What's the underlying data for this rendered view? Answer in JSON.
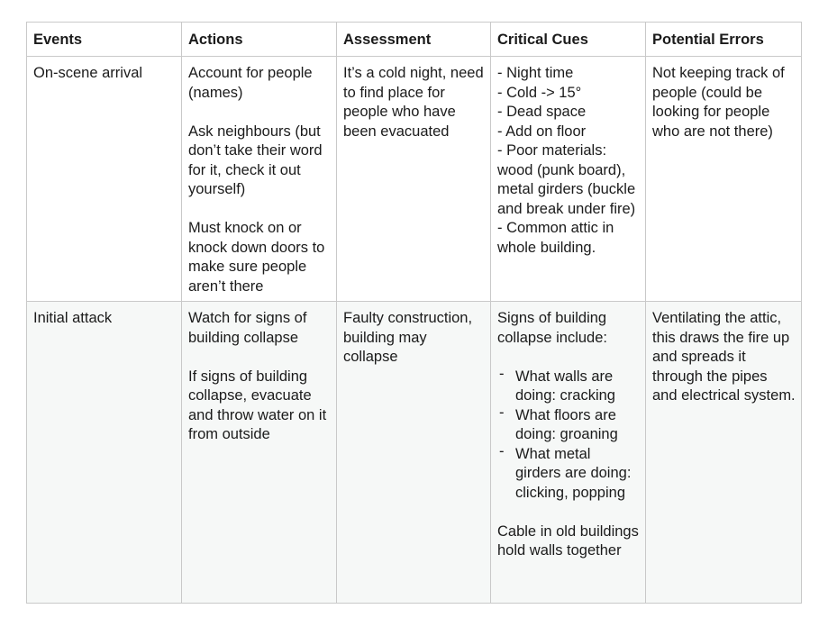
{
  "headers": [
    "Events",
    "Actions",
    "Assessment",
    "Critical Cues",
    "Potential Errors"
  ],
  "rows": [
    {
      "event": "On-scene arrival",
      "actions": [
        "Account for people (names)",
        "Ask neighbours (but don’t take their word for it, check it out yourself)",
        "Must knock on or knock down doors to make sure people aren’t there"
      ],
      "assessment": "It’s a cold night, need to find place for people who have been evacuated",
      "cues": [
        "- Night time",
        "- Cold -> 15°",
        "- Dead space",
        "- Add on floor",
        "- Poor materials: wood (punk board), metal girders (buckle and break under fire)",
        "- Common attic in whole building."
      ],
      "errors": "Not keeping track of people (could be looking for people who are not there)"
    },
    {
      "event": "Initial attack",
      "actions": [
        "Watch for signs of building collapse",
        "If signs of building collapse, evacuate and throw water on it from outside"
      ],
      "assessment": "Faulty construction, building may collapse",
      "cues_intro": "Signs of building collapse include:",
      "cues_list": [
        "What walls are doing: cracking",
        "What floors are doing: groaning",
        "What metal girders are doing: clicking, popping"
      ],
      "cues_outro": "Cable in old buildings hold walls together",
      "errors": "Ventilating the attic, this draws the fire up and spreads it through the pipes and electrical system."
    }
  ],
  "bullet_char": "-"
}
